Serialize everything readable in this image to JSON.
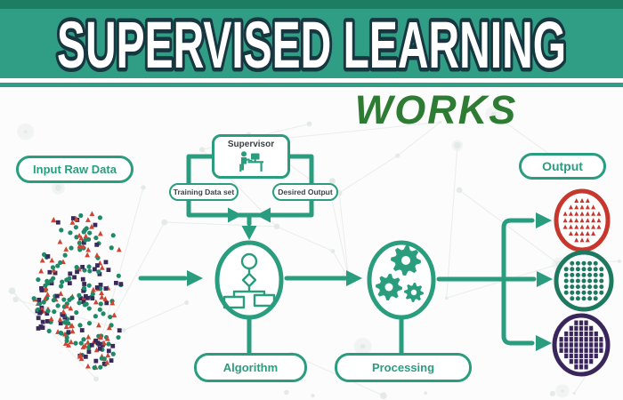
{
  "header": {
    "title": "SUPERVISED LEARNING",
    "subtitle": "WORKS"
  },
  "nodes": {
    "input_label": "Input Raw Data",
    "supervisor": "Supervisor",
    "training": "Training Data set",
    "desired": "Desired Output",
    "output_label": "Output",
    "algorithm": "Algorithm",
    "processing": "Processing"
  },
  "colors": {
    "banner": "#2f9e84",
    "banner_dark": "#1d7d63",
    "title_fill": "#ffffff",
    "title_outline": "#173640",
    "subtitle_green": "#2e7c33",
    "teal": "#2a9d7f",
    "scatter_teal": "#1f8a68",
    "scatter_red": "#cf4433",
    "scatter_purple": "#3a2a5c",
    "net_line": "#e9edec",
    "net_node": "#e4eae8"
  },
  "scatter": {
    "marker_count": 270,
    "marker_shapes": [
      "circle",
      "triangle",
      "square"
    ],
    "marker_colors": [
      "#1f8a68",
      "#cf4433",
      "#3a2a5c"
    ]
  },
  "output_circles": [
    {
      "name": "class-triangles",
      "border": "#c8372d",
      "marker": "triangle",
      "marker_color": "#c8372d"
    },
    {
      "name": "class-dots",
      "border": "#1e7a5f",
      "marker": "circle",
      "marker_color": "#1e7a5f"
    },
    {
      "name": "class-squares",
      "border": "#3a265c",
      "marker": "square",
      "marker_color": "#3a265c"
    }
  ]
}
